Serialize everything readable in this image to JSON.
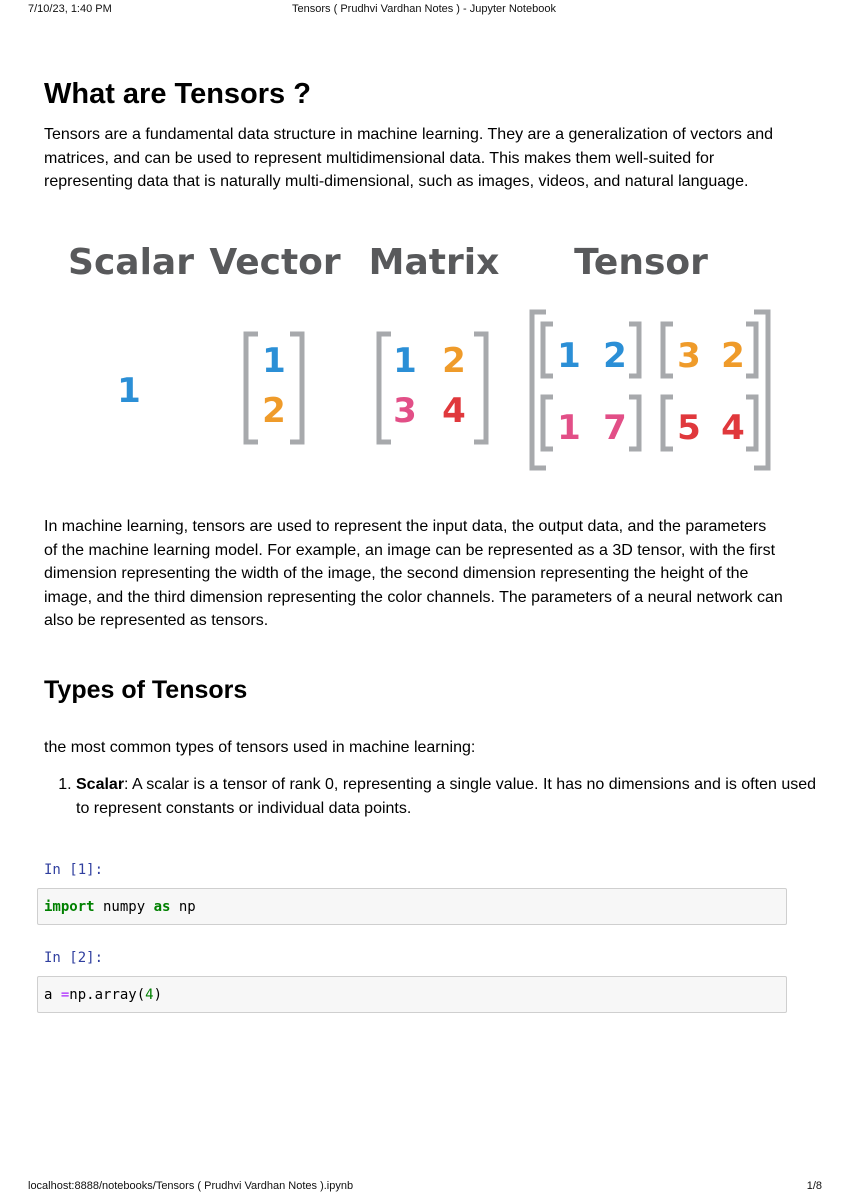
{
  "print_header": {
    "datetime": "7/10/23, 1:40 PM",
    "title": "Tensors ( Prudhvi Vardhan Notes ) - Jupyter Notebook"
  },
  "print_footer": {
    "url": "localhost:8888/notebooks/Tensors ( Prudhvi Vardhan Notes ).ipynb",
    "page": "1/8"
  },
  "markdown": {
    "heading1": "What are Tensors ?",
    "intro": "Tensors are a fundamental data structure in machine learning. They are a generalization of vectors and matrices, and can be used to represent multidimensional data. This makes them well-suited for representing data that is naturally multi-dimensional, such as images, videos, and natural language.",
    "ml_paragraph": "In machine learning, tensors are used to represent the input data, the output data, and the parameters of the machine learning model. For example, an image can be represented as a 3D tensor, with the first dimension representing the width of the image, the second dimension representing the height of the image, and the third dimension representing the color channels. The parameters of a neural network can also be represented as tensors.",
    "heading2": "Types of Tensors",
    "types_intro": "the most common types of tensors used in machine learning:",
    "types_list": [
      {
        "term": "Scalar",
        "description": ": A scalar is a tensor of rank 0, representing a single value. It has no dimensions and is often used to represent constants or individual data points."
      }
    ]
  },
  "figure": {
    "labels": [
      "Scalar",
      "Vector",
      "Matrix",
      "Tensor"
    ],
    "scalar": "1",
    "vector": [
      "1",
      "2"
    ],
    "matrix": [
      [
        "1",
        "2"
      ],
      [
        "3",
        "4"
      ]
    ],
    "tensor": [
      [
        [
          "1",
          "2"
        ],
        [
          "1",
          "7"
        ]
      ],
      [
        [
          "3",
          "2"
        ],
        [
          "5",
          "4"
        ]
      ]
    ],
    "colors": {
      "label": "#58595b",
      "bracket": "#a7a9ac",
      "blue": "#2b8fd6",
      "orange": "#ef9b2a",
      "pink": "#e24f87",
      "red": "#e0383c"
    }
  },
  "cells": [
    {
      "prompt": "In [1]:",
      "tokens": [
        {
          "text": "import",
          "type": "kw"
        },
        {
          "text": " numpy ",
          "type": "plain"
        },
        {
          "text": "as",
          "type": "kw"
        },
        {
          "text": " np",
          "type": "plain"
        }
      ]
    },
    {
      "prompt": "In [2]:",
      "tokens": [
        {
          "text": "a ",
          "type": "plain"
        },
        {
          "text": "=",
          "type": "op"
        },
        {
          "text": "np.array(",
          "type": "plain"
        },
        {
          "text": "4",
          "type": "num"
        },
        {
          "text": ")",
          "type": "plain"
        }
      ]
    }
  ]
}
